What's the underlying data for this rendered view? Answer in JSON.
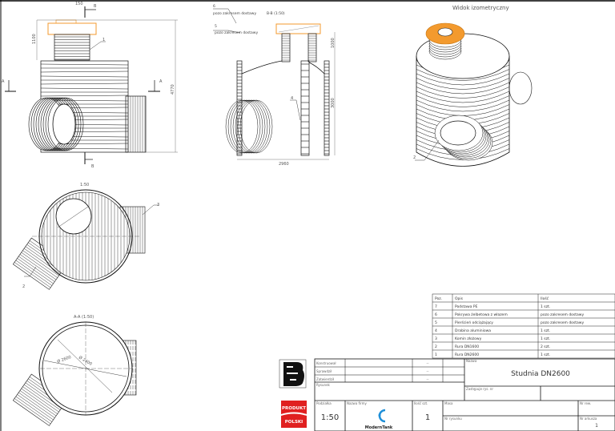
{
  "views": {
    "front": {
      "dim_top": "150",
      "section_b": "B",
      "section_a": "A",
      "dim_neck": "1100",
      "dim_total": "4770",
      "callout": "1"
    },
    "section": {
      "title": "B-B (1:50)",
      "note6_num": "6",
      "note6_text": "pozo zakresem dostawy",
      "note5_num": "5",
      "note5_text": "pozo zakresem dostawy",
      "dim_neck": "1000",
      "dim_body": "3000",
      "dim_width": "2960",
      "callout": "4"
    },
    "isometric": {
      "title": "Widok izometryczny",
      "callout": "2"
    },
    "top": {
      "title": "1:50",
      "callout_a": "3",
      "callout_b": "2"
    },
    "section_aa": {
      "title": "A-A (1:50)",
      "dia_a": "Ø 2600",
      "dia_b": "Ø 2400"
    }
  },
  "parts_table": {
    "headers": [
      "Poz.",
      "Opis",
      "Ilość"
    ],
    "rows": [
      [
        "7",
        "Podstawa PE",
        "1 szt."
      ],
      [
        "6",
        "Pokrywa żelbetowa z włazem",
        "pozo zakresem dostawy"
      ],
      [
        "5",
        "Pierścień odciążający",
        "pozo zakresem dostawy"
      ],
      [
        "4",
        "Drabina aluminiowa",
        "1 szt."
      ],
      [
        "3",
        "Komin złożowy",
        "1 szt."
      ],
      [
        "2",
        "Rura DN1600",
        "2 szt."
      ],
      [
        "1",
        "Rura DN2600",
        "1 szt."
      ]
    ]
  },
  "title_block": {
    "rows": [
      {
        "label": "Konstruował",
        "value": "--"
      },
      {
        "label": "Sprawdził",
        "value": "--"
      },
      {
        "label": "Zatwierdził",
        "value": "--"
      }
    ],
    "drawing_label": "Rysunek",
    "name_label": "Nazwa",
    "name": "Studnia DN2600",
    "replaces_label": "Zastępuje rys. nr",
    "scale_label": "Podziałka",
    "scale": "1:50",
    "company_label": "Nazwa firmy",
    "company": "ModernTank",
    "qty_label": "Ilość szt.",
    "qty": "1",
    "mass_label": "Masa",
    "drawing_no_label": "Nr rysunku",
    "rev_label": "Nr rew.",
    "sheet_label": "Nr arkusza",
    "sheet": "1",
    "badge_top": "PRODUKT",
    "badge_bottom": "POLSKI"
  },
  "colors": {
    "accent": "#f39a2e",
    "logo_blue": "#1e8fd8",
    "badge_red": "#e02020"
  }
}
